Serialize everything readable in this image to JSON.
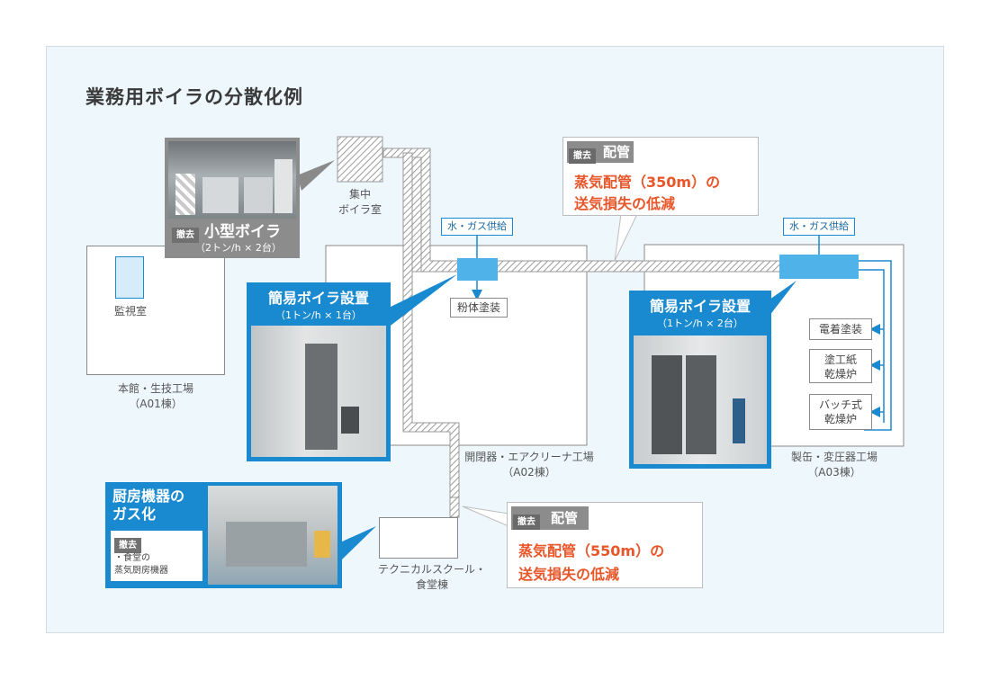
{
  "title": "業務用ボイラの分散化例",
  "buildings": {
    "main": {
      "room": "監視室",
      "name": "本館・生技工場",
      "code": "（A01棟）"
    },
    "a02": {
      "name": "開閉器・エアクリーナ工場",
      "code": "（A02棟）"
    },
    "a03": {
      "name": "製缶・変圧器工場",
      "code": "（A03棟）"
    },
    "tech": {
      "name": "テクニカルスクール・",
      "name2": "食堂棟"
    }
  },
  "central_room": {
    "line1": "集中",
    "line2": "ボイラ室"
  },
  "small_boiler": {
    "tag": "撤去",
    "title": "小型ボイラ",
    "spec": "（2トン/h × 2台）"
  },
  "boiler1": {
    "title": "簡易ボイラ設置",
    "spec": "（1トン/h × 1台）"
  },
  "boiler2": {
    "title": "簡易ボイラ設置",
    "spec": "（1トン/h × 2台）"
  },
  "supply1": "水・ガス供給",
  "supply2": "水・ガス供給",
  "powder": "粉体塗装",
  "a03_units": [
    {
      "line1": "電着塗装",
      "line2": ""
    },
    {
      "line1": "塗工紙",
      "line2": "乾燥炉"
    },
    {
      "line1": "バッチ式",
      "line2": "乾燥炉"
    }
  ],
  "pipe_top": {
    "tag": "撤去",
    "head": "配管",
    "line1": "蒸気配管（350m）の",
    "line2": "送気損失の低減"
  },
  "pipe_bottom": {
    "tag": "撤去",
    "head": "配管",
    "line1": "蒸気配管（550m）の",
    "line2": "送気損失の低減"
  },
  "kitchen": {
    "line1": "厨房機器の",
    "line2": "ガス化",
    "tag": "撤去",
    "note1": "・食堂の",
    "note2": "蒸気厨房機器"
  },
  "colors": {
    "accent_blue": "#1a8ad0",
    "orange": "#e8562a",
    "panel_bg": "#eef7fc",
    "gray_tag": "#707070"
  }
}
